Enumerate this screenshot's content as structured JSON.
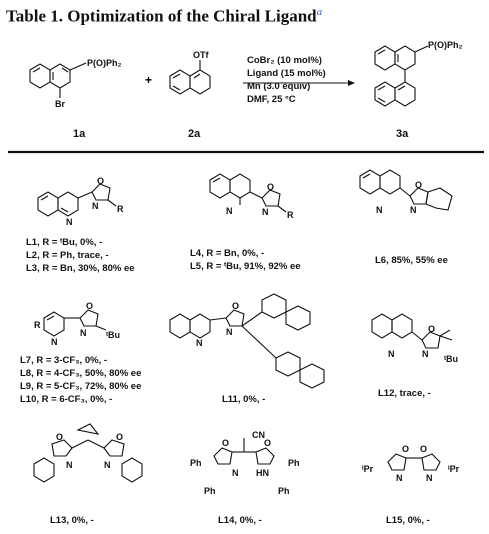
{
  "title": "Table 1. Optimization of the Chiral Ligand",
  "title_footnote": "a",
  "scheme": {
    "compound_1a": "1a",
    "compound_2a": "2a",
    "compound_3a": "3a",
    "plus": "+",
    "conditions": [
      "CoBr₂ (10 mol%)",
      "Ligand (15 mol%)",
      "Mn (3.0 equiv)",
      "DMF, 25 °C"
    ],
    "atoms": {
      "br": "Br",
      "pop": "P(O)Ph₂",
      "otf": "OTf"
    }
  },
  "ligands": [
    {
      "id": "L1",
      "text": "L1, R = ᵗBu, 0%, -"
    },
    {
      "id": "L2",
      "text": "L2, R = Ph, trace, -"
    },
    {
      "id": "L3",
      "text": "L3, R = Bn, 30%, 80% ee"
    },
    {
      "id": "L4",
      "text": "L4, R = Bn, 0%, -"
    },
    {
      "id": "L5",
      "text": "L5, R = ᵗBu, 91%, 92% ee"
    },
    {
      "id": "L6",
      "text": "L6,  85%, 55% ee"
    },
    {
      "id": "L7",
      "text": "L7, R = 3-CF₃, 0%, -"
    },
    {
      "id": "L8",
      "text": "L8, R = 4-CF₃, 50%, 80% ee"
    },
    {
      "id": "L9",
      "text": "L9, R = 5-CF₃, 72%, 80% ee"
    },
    {
      "id": "L10",
      "text": "L10, R = 6-CF₃, 0%, -"
    },
    {
      "id": "L11",
      "text": "L11,  0%, -"
    },
    {
      "id": "L12",
      "text": "L12,  trace, -"
    },
    {
      "id": "L13",
      "text": "L13,  0%, -"
    },
    {
      "id": "L14",
      "text": "L14,  0%, -"
    },
    {
      "id": "L15",
      "text": "L15,  0%, -"
    }
  ],
  "struct_labels": {
    "N": "N",
    "O": "O",
    "R": "R",
    "tBu": "ᵗBu",
    "Ph": "Ph",
    "iPr": "ⁱPr",
    "CN": "CN",
    "HN": "HN"
  }
}
